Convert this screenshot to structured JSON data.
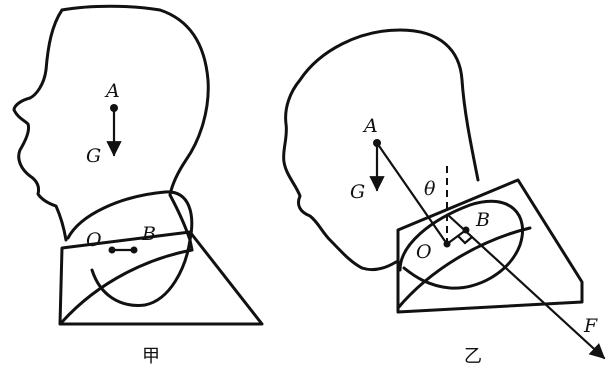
{
  "figures": [
    {
      "caption": "甲",
      "labels": {
        "head_cg": "A",
        "weight": "G",
        "pivot": "O",
        "muscle_point": "B"
      }
    },
    {
      "caption": "乙",
      "labels": {
        "head_cg": "A",
        "weight": "G",
        "pivot": "O",
        "muscle_point": "B",
        "angle": "θ",
        "force": "F"
      }
    }
  ]
}
